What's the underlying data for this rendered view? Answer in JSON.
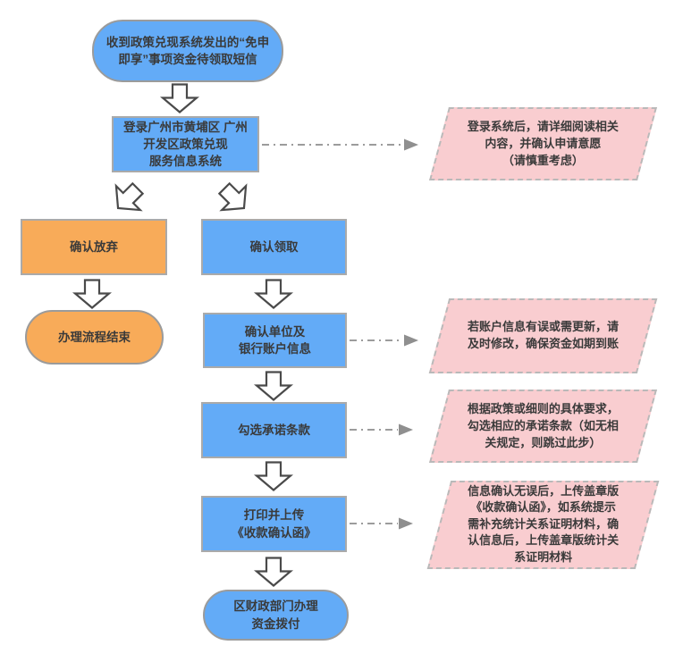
{
  "diagram": {
    "nodes": {
      "start": {
        "text": "收到政策兑现系统发出的“免申\n即享”事项资金待领取短信"
      },
      "login": {
        "text": "登录广州市黄埔区 广州\n开发区政策兑现\n服务信息系统"
      },
      "abandon": {
        "text": "确认放弃"
      },
      "end_left": {
        "text": "办理流程结束"
      },
      "receive": {
        "text": "确认领取"
      },
      "account": {
        "text": "确认单位及\n银行账户信息"
      },
      "terms": {
        "text": "勾选承诺条款"
      },
      "upload": {
        "text": "打印并上传\n《收款确认函》"
      },
      "final": {
        "text": "区财政部门办理\n资金拨付"
      }
    },
    "notes": {
      "note1": {
        "text": "登录系统后，请详细阅读相关\n内容，并确认申请意愿\n（请慎重考虑）"
      },
      "note2": {
        "text": "若账户信息有误或需更新，请\n及时修改，确保资金如期到账"
      },
      "note3": {
        "text": "根据政策或细则的具体要求，\n勾选相应的承诺条款（如无相\n关规定，则跳过此步）"
      },
      "note4": {
        "text": "信息确认无误后，上传盖章版\n《收款确认函》，如系统提示\n需补充统计关系证明材料，确\n认信息后，上传盖章版统计关\n系证明材料"
      }
    },
    "colors": {
      "process_blue": "#63abf7",
      "alt_orange": "#f8ab59",
      "note_pink": "#f9cdd0",
      "box_border": "#aaaaaa",
      "note_border": "#b9b9b9",
      "arrow_outline": "#4a4a4a",
      "connector_gray": "#9c9c9c",
      "text": "#3a3a3a",
      "background": "#ffffff"
    }
  }
}
